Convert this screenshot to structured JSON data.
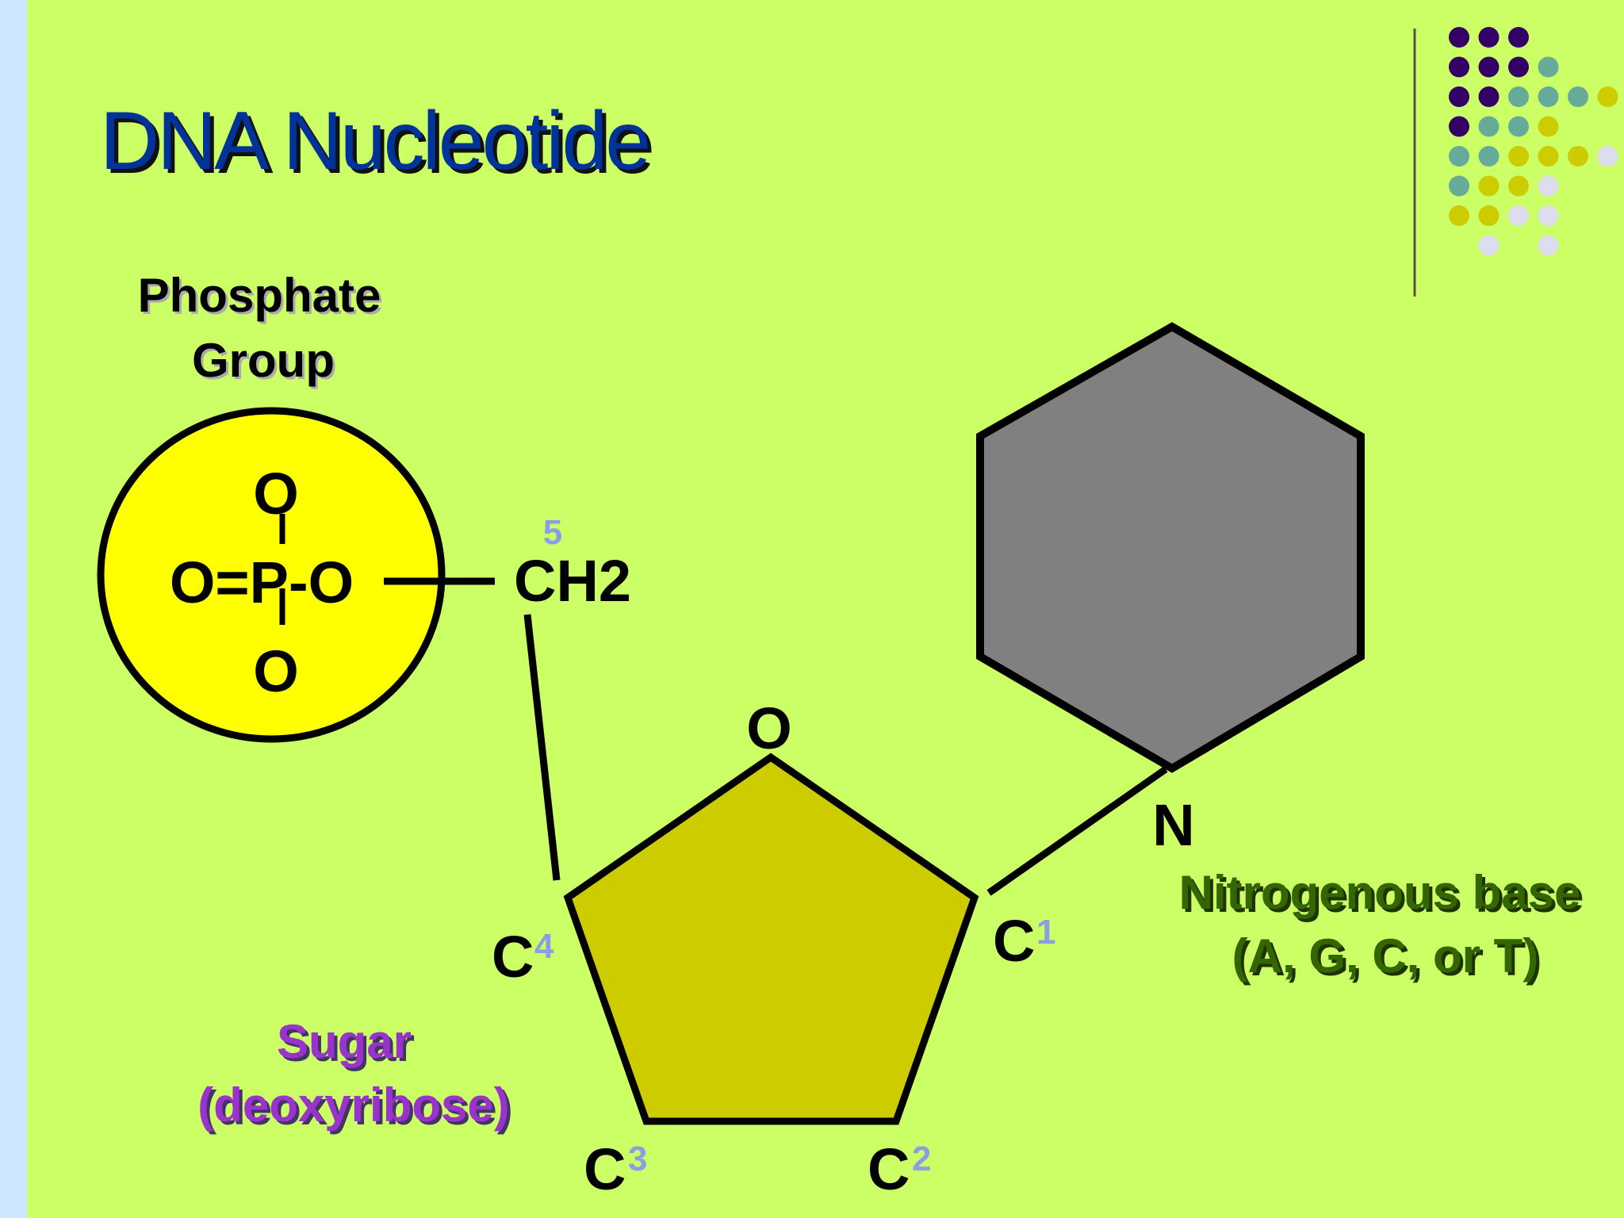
{
  "title": "DNA Nucleotide",
  "phosphate": {
    "label_line1": "Phosphate",
    "label_line2": "Group",
    "atom_top": "O",
    "formula": "O=P-O",
    "atom_bottom": "O",
    "fill_color": "#ffff00"
  },
  "sugar": {
    "label_line1": "Sugar",
    "label_line2": "(deoxyribose)",
    "ring_oxygen": "O",
    "ch2": "CH2",
    "ch2_number": "5",
    "carbons": [
      {
        "symbol": "C",
        "number": "1"
      },
      {
        "symbol": "C",
        "number": "2"
      },
      {
        "symbol": "C",
        "number": "3"
      },
      {
        "symbol": "C",
        "number": "4"
      }
    ],
    "fill_color": "#cccc00",
    "label_color": "#9933cc"
  },
  "base": {
    "nitrogen": "N",
    "label_line1": "Nitrogenous base",
    "label_line2": "(A, G, C, or T)",
    "fill_color": "#808080",
    "label_color": "#336600"
  },
  "colors": {
    "background": "#ccff66",
    "title": "#003399",
    "carbon_numbers": "#8a9ee6",
    "dot_purple": "#330066",
    "dot_teal": "#66aa99",
    "dot_olive": "#cccc00",
    "dot_light": "#ddddee"
  }
}
